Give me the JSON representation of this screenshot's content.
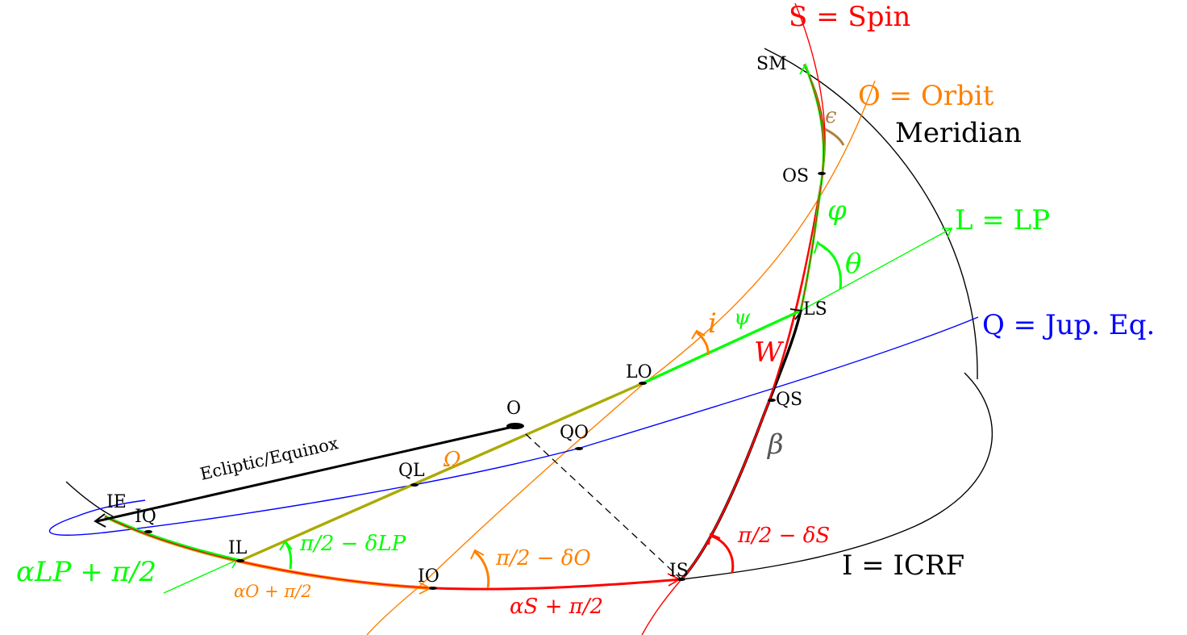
{
  "circles": {
    "spin": "S = Spin",
    "orbit": "O = Orbit",
    "meridian": "Meridian",
    "lp": "L = LP",
    "jup_eq": "Q = Jup. Eq.",
    "icrf": "I = ICRF",
    "ecliptic": "Ecliptic/Equinox"
  },
  "points": {
    "sm": "SM",
    "os": "OS",
    "ls": "LS",
    "lo": "LO",
    "qs": "QS",
    "qo": "QO",
    "ql": "QL",
    "ie": "IE",
    "iq": "IQ",
    "il": "IL",
    "io": "IO",
    "is": "IS",
    "origin": "O"
  },
  "angles": {
    "epsilon": "ϵ",
    "phi": "φ",
    "theta": "θ",
    "i": "i",
    "psi": "ψ",
    "W": "W",
    "beta": "β",
    "Omega": "Ω",
    "alpha_lp": "αLP + π/2",
    "half_pi_delta_lp": "π/2 − δLP",
    "alpha_o": "αO + π/2",
    "half_pi_delta_o": "π/2 − δO",
    "alpha_s": "αS + π/2",
    "half_pi_delta_s": "π/2 − δS"
  },
  "colors": {
    "spin": "#ff0000",
    "orbit": "#ff8000",
    "lp": "#00ff00",
    "jup_eq": "#0000ff",
    "black": "#000000",
    "olive": "#aaaa00",
    "epsilon": "#b08040"
  }
}
